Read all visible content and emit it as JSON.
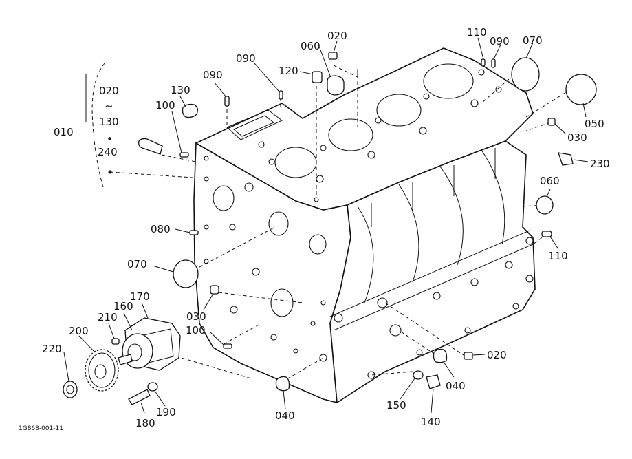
{
  "drawing_code": "1G868-001-11",
  "bracket": {
    "range_start": "020",
    "tilde": "~",
    "range_end": "130",
    "bullet": "•",
    "extra": "240"
  },
  "callouts": {
    "p010": "010",
    "p020_top": "020",
    "p060_top": "060",
    "p120": "120",
    "p090_mid": "090",
    "p090_left": "090",
    "p130": "130",
    "p100_top": "100",
    "p110_top": "110",
    "p090_right": "090",
    "p070_top": "070",
    "p050": "050",
    "p030_right": "030",
    "p230": "230",
    "p060_right": "060",
    "p110_right": "110",
    "p080": "080",
    "p070_left": "070",
    "p030_left": "030",
    "p100_bottom": "100",
    "p170": "170",
    "p160": "160",
    "p210": "210",
    "p200": "200",
    "p220": "220",
    "p180": "180",
    "p190": "190",
    "p040_bottom": "040",
    "p150": "150",
    "p140": "140",
    "p040_right": "040",
    "p020_right": "020"
  }
}
